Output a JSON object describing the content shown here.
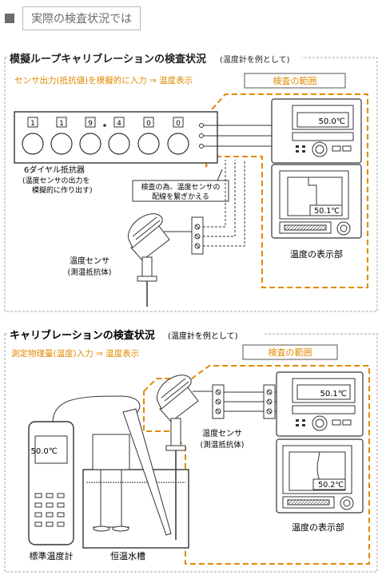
{
  "header": {
    "title": "実際の検査状況では"
  },
  "section1": {
    "title_main": "模擬ループキャリブレーションの検査状況",
    "title_note": "(温度計を例として)",
    "subtitle": "センサ出力(抵抗値)を模擬的に入力 ⇒ 温度表示",
    "scope_label": "検査の範囲",
    "dials": [
      "1",
      "1",
      "9",
      "4",
      "0",
      "0"
    ],
    "device_label_1": "6ダイヤル抵抗器",
    "device_label_2": "(温度センサの出力を",
    "device_label_3": "模擬的に作り出す)",
    "note_1": "検査の為、温度センサの",
    "note_2": "配線を繋ぎかえる",
    "sensor_label_1": "温度センサ",
    "sensor_label_2": "(測温抵抗体)",
    "meter_reading": "50.0℃",
    "recorder_reading": "50.1℃",
    "display_label": "温度の表示部"
  },
  "section2": {
    "title_main": "キャリブレーションの検査状況",
    "title_note": "(温度計を例として)",
    "subtitle": "測定物理量(温度)入力 ⇒ 温度表示",
    "scope_label": "検査の範囲",
    "std_reading": "50.0℃",
    "std_label": "標準温度計",
    "bath_label": "恒温水槽",
    "sensor_label_1": "温度センサ",
    "sensor_label_2": "(測温抵抗体)",
    "meter_reading": "50.1℃",
    "recorder_reading": "50.2℃",
    "display_label": "温度の表示部"
  },
  "colors": {
    "accent": "#e08a00",
    "line": "#333333",
    "frame": "#aaaaaa"
  }
}
